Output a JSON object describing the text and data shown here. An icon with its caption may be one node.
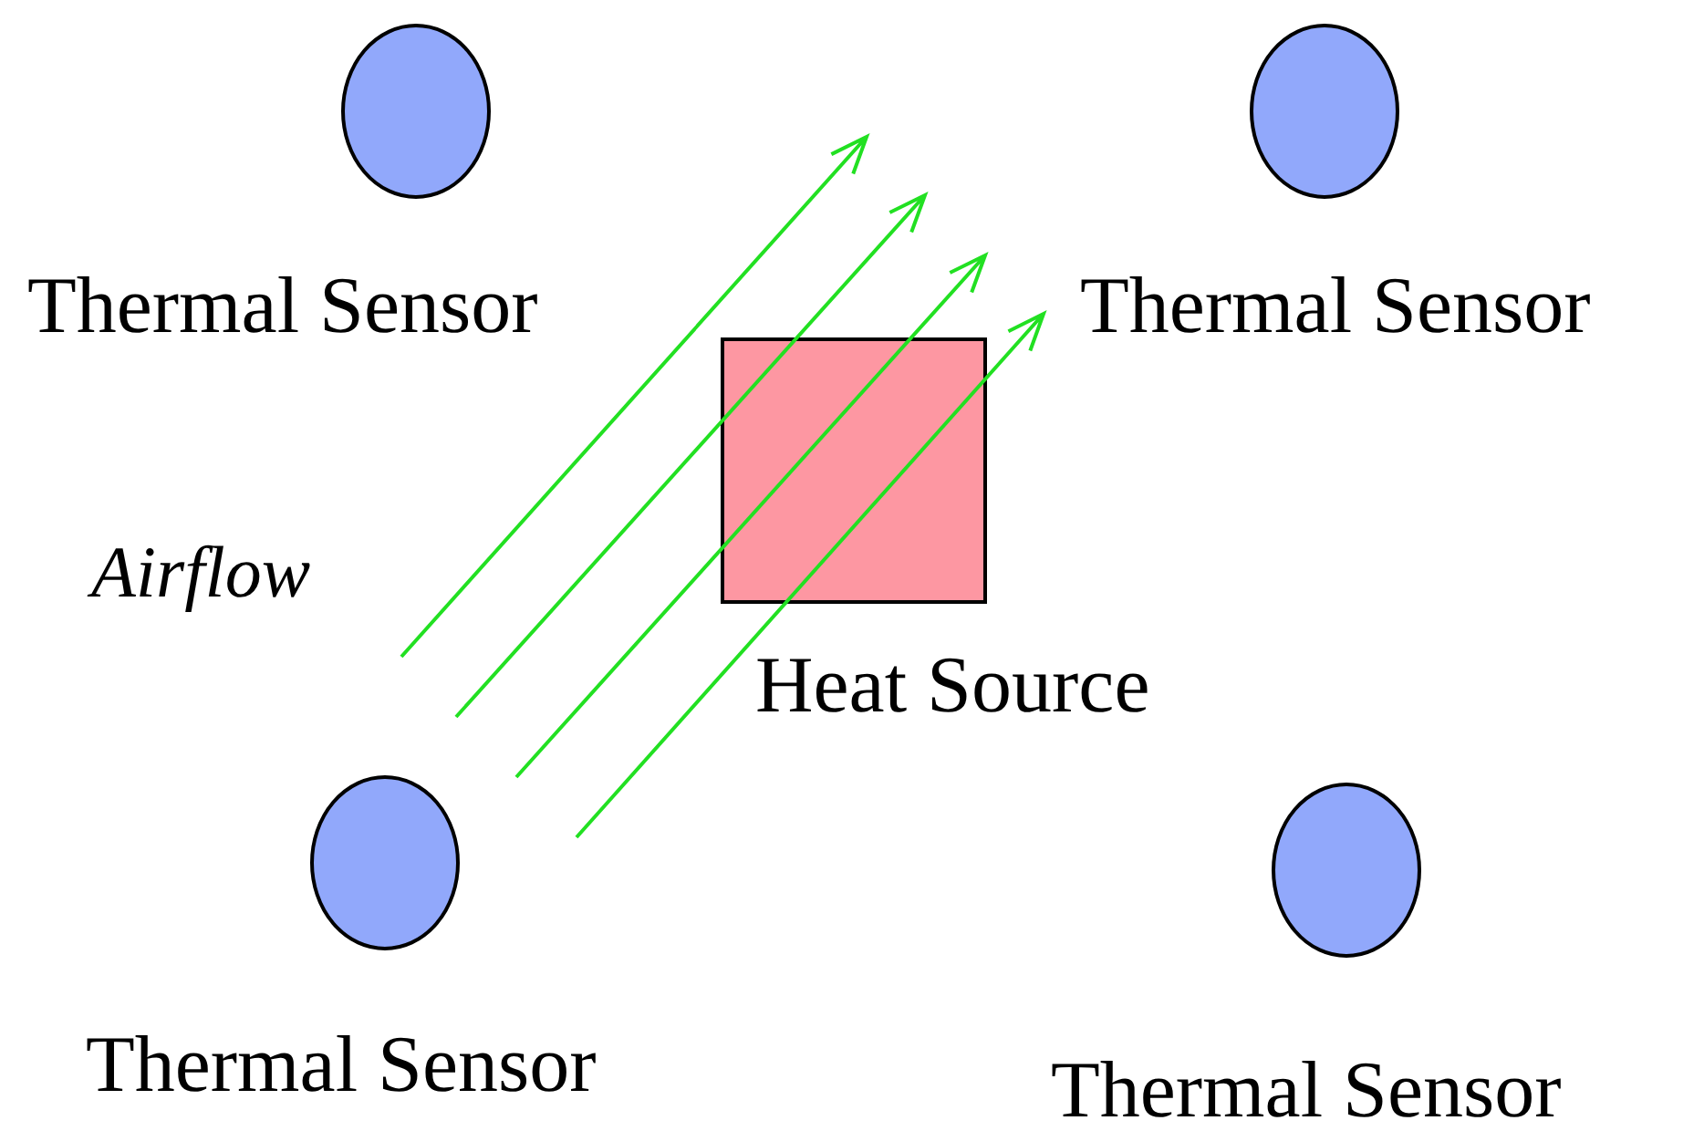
{
  "diagram": {
    "nodes": [
      {
        "text": [
          "Thermal Sensor"
        ]
      },
      {
        "text": [
          "Thermal Sensor"
        ]
      },
      {
        "text": [
          "Heat Source"
        ]
      },
      {
        "text": [
          "Thermal Sensor"
        ]
      },
      {
        "text": [
          "Thermal Sensor"
        ]
      }
    ],
    "labels": [
      "Airflow"
    ]
  }
}
